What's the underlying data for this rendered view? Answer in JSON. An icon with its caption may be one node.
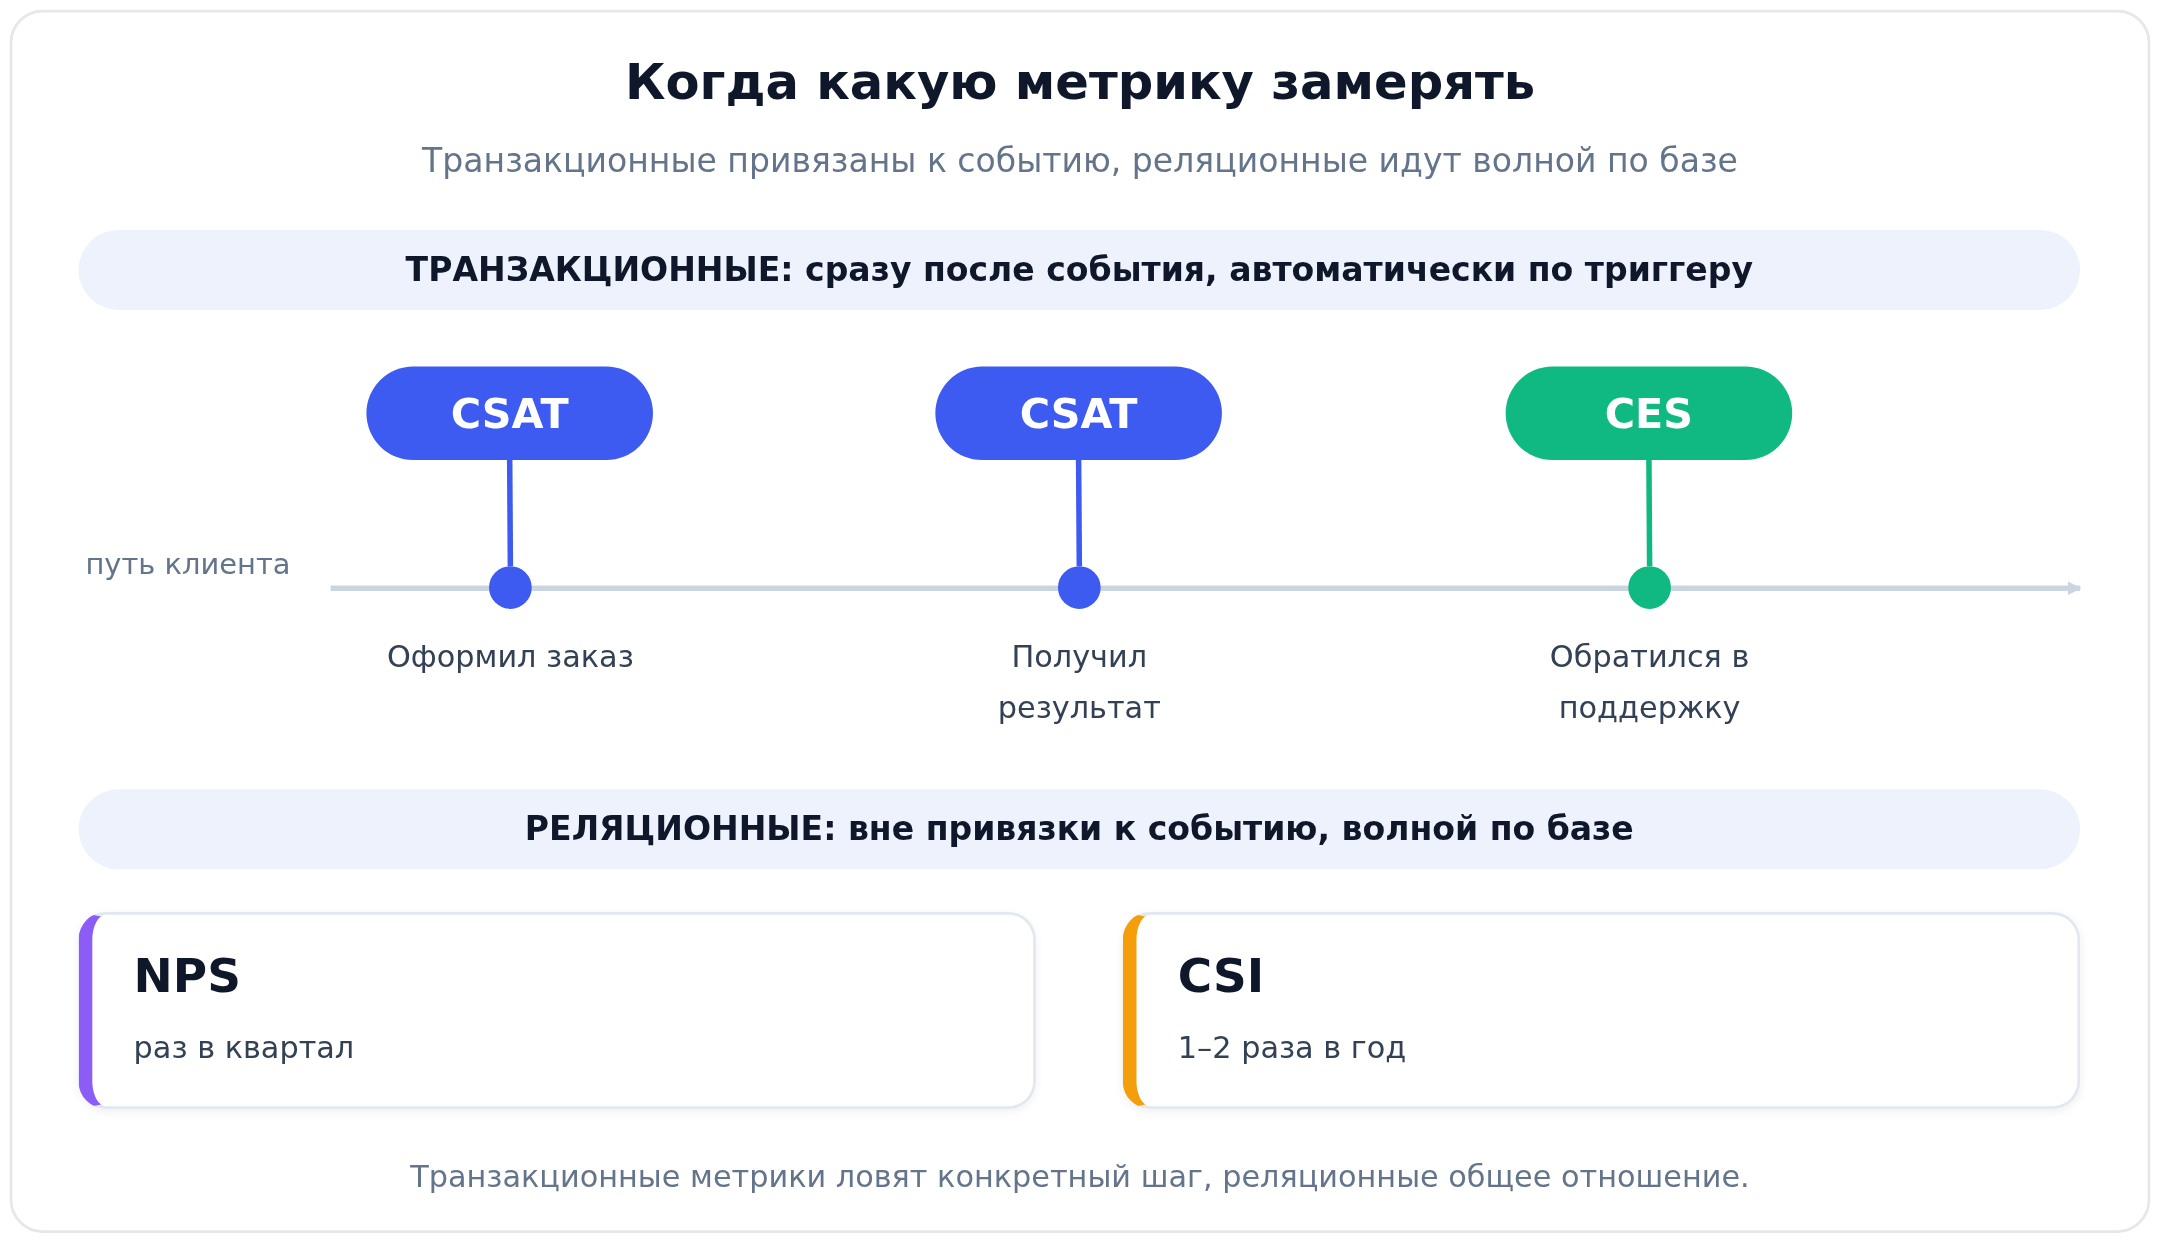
{
  "diagram": {
    "title": "Когда какую метрику замерять",
    "caption": "Транзакционные метрики ловят конкретный шаг, реляционные общее отношение.",
    "nodes": [
      {
        "text": [
          "ТРАНЗАКЦИОННЫЕ: сразу после события, автоматически по триггеру"
        ]
      },
      {
        "text": [
          "CSAT"
        ]
      },
      {
        "text": [
          "CSAT"
        ]
      },
      {
        "text": [
          "CES"
        ]
      },
      {
        "text": [],
        "shape": "circle",
        "beside": [
          "Оформил заказ"
        ]
      },
      {
        "text": [],
        "shape": "circle",
        "beside": [
          "Получил результат"
        ]
      },
      {
        "text": [],
        "shape": "circle",
        "beside": [
          "Обратился в поддержку"
        ]
      },
      {
        "text": [
          "РЕЛЯЦИОННЫЕ: вне привязки к событию, волной по базе"
        ]
      },
      {
        "text": [
          "NPS",
          "раз в квартал"
        ]
      },
      {
        "text": [
          "CSI",
          "1–2 раза в год"
        ]
      }
    ],
    "edges": [
      {
        "from": 1,
        "to": 4,
        "arrow": "none"
      },
      {
        "from": 2,
        "to": 5,
        "arrow": "none"
      },
      {
        "from": 3,
        "to": 6,
        "arrow": "none",
        "color": "#10b981"
      }
    ],
    "labels": [
      "Транзакционные привязаны к событию, реляционные идут волной по базе",
      "путь клиента"
    ]
  }
}
